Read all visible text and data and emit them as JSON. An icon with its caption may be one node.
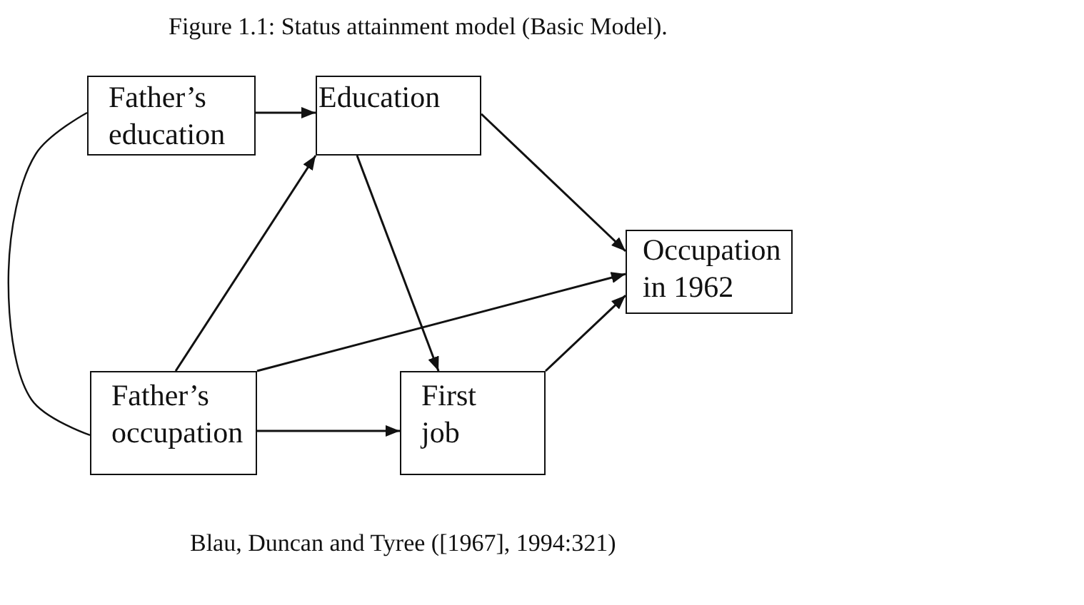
{
  "diagram": {
    "title": "Figure 1.1: Status attainment model (Basic Model).",
    "caption": "Blau, Duncan and Tyree ([1967], 1994:321)",
    "nodes": [
      {
        "text": [
          "Father’s education"
        ]
      },
      {
        "text": [
          "Education"
        ]
      },
      {
        "text": [
          "Occupation in 1962"
        ]
      },
      {
        "text": [
          "Father’s occupation"
        ]
      },
      {
        "text": [
          "First job"
        ]
      }
    ],
    "edges": [
      {
        "from": 0,
        "to": 1,
        "arrow": "to"
      },
      {
        "from": 0,
        "to": 3,
        "arrow": "none"
      },
      {
        "from": 3,
        "to": 1,
        "arrow": "to"
      },
      {
        "from": 1,
        "to": 4,
        "arrow": "to"
      },
      {
        "from": 1,
        "to": 2,
        "arrow": "to"
      },
      {
        "from": 3,
        "to": 2,
        "arrow": "to"
      },
      {
        "from": 4,
        "to": 2,
        "arrow": "to"
      },
      {
        "from": 3,
        "to": 4,
        "arrow": "to"
      }
    ]
  }
}
